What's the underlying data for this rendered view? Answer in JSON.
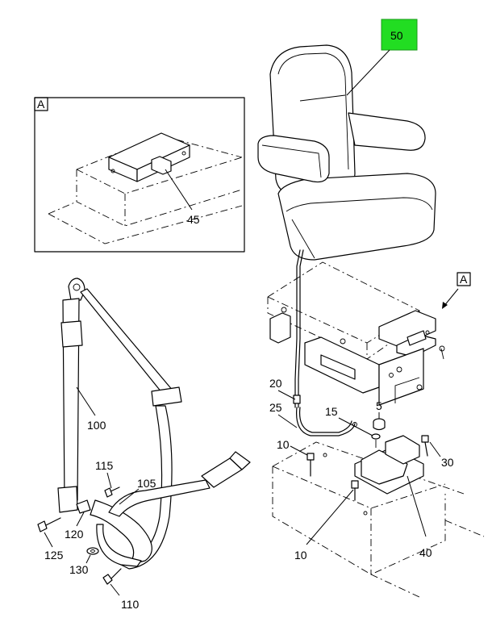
{
  "highlight_color": "#22dd22",
  "callouts": {
    "c50": "50",
    "cA_box": "A",
    "c45": "45",
    "cA_arrow": "A",
    "c100": "100",
    "c115": "115",
    "c105": "105",
    "c120": "120",
    "c125": "125",
    "c130": "130",
    "c110": "110",
    "c20": "20",
    "c25": "25",
    "c5": "5",
    "c15": "15",
    "c10a": "10",
    "c30": "30",
    "c10b": "10",
    "c40": "40"
  }
}
